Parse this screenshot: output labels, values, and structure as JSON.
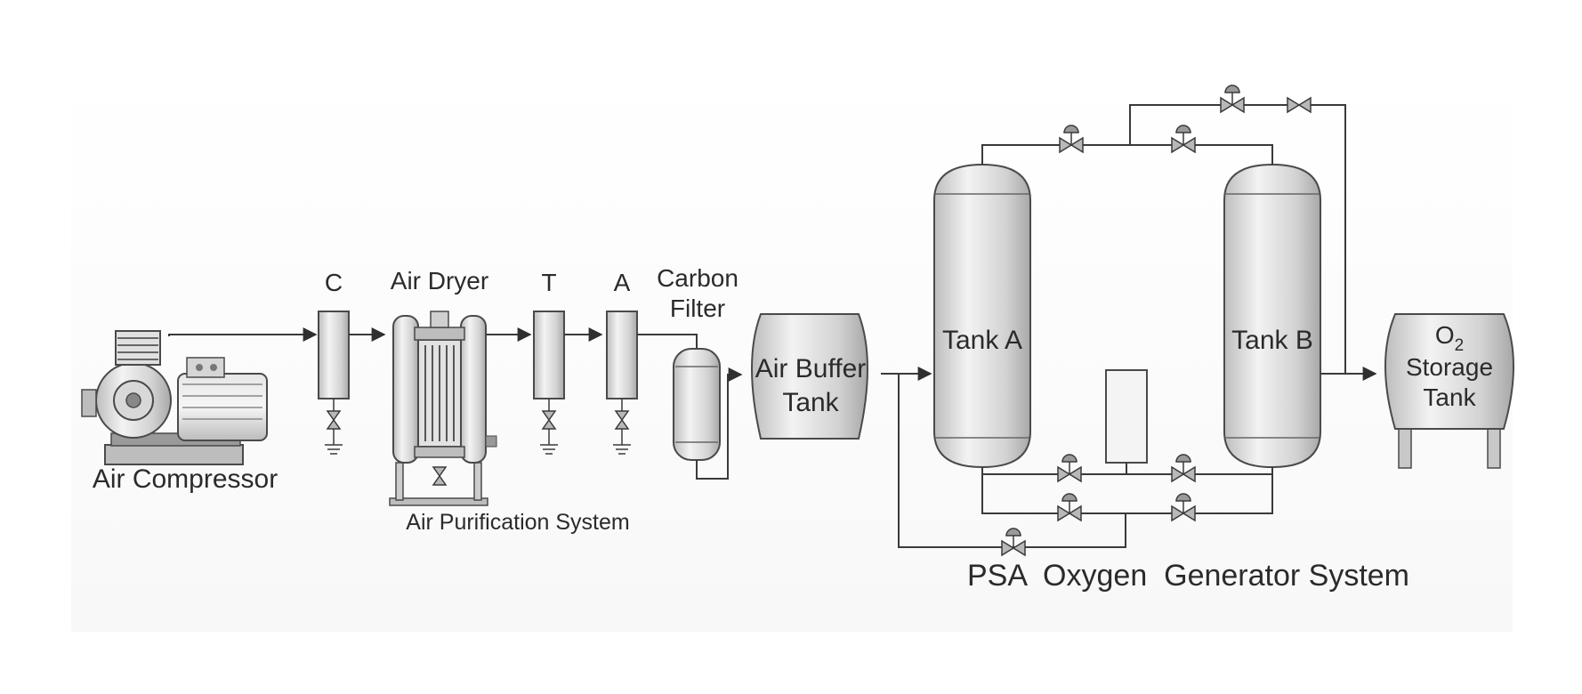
{
  "labels": {
    "air_compressor": "Air Compressor",
    "filter_c": "C",
    "air_dryer": "Air Dryer",
    "filter_t": "T",
    "filter_a": "A",
    "carbon_filter_line1": "Carbon",
    "carbon_filter_line2": "Filter",
    "air_purification_system": "Air Purification System",
    "air_buffer_line1": "Air Buffer",
    "air_buffer_line2": "Tank",
    "tank_a": "Tank A",
    "tank_b": "Tank B",
    "o2_main": "O",
    "o2_sub": "2",
    "o2_line2": "Storage",
    "o2_line3": "Tank",
    "psa_system": "PSA  Oxygen  Generator System"
  },
  "colors": {
    "line": "#3a3a3a",
    "metal_light": "#f2f2f2",
    "metal_mid": "#cfcfcf",
    "metal_dark": "#9a9a9a",
    "text": "#2b2b2b"
  },
  "icons": {
    "valve": "gate-valve-icon",
    "actuated_valve": "pneumatic-valve-icon",
    "drain": "drain-icon",
    "arrow": "flow-arrow-icon"
  }
}
